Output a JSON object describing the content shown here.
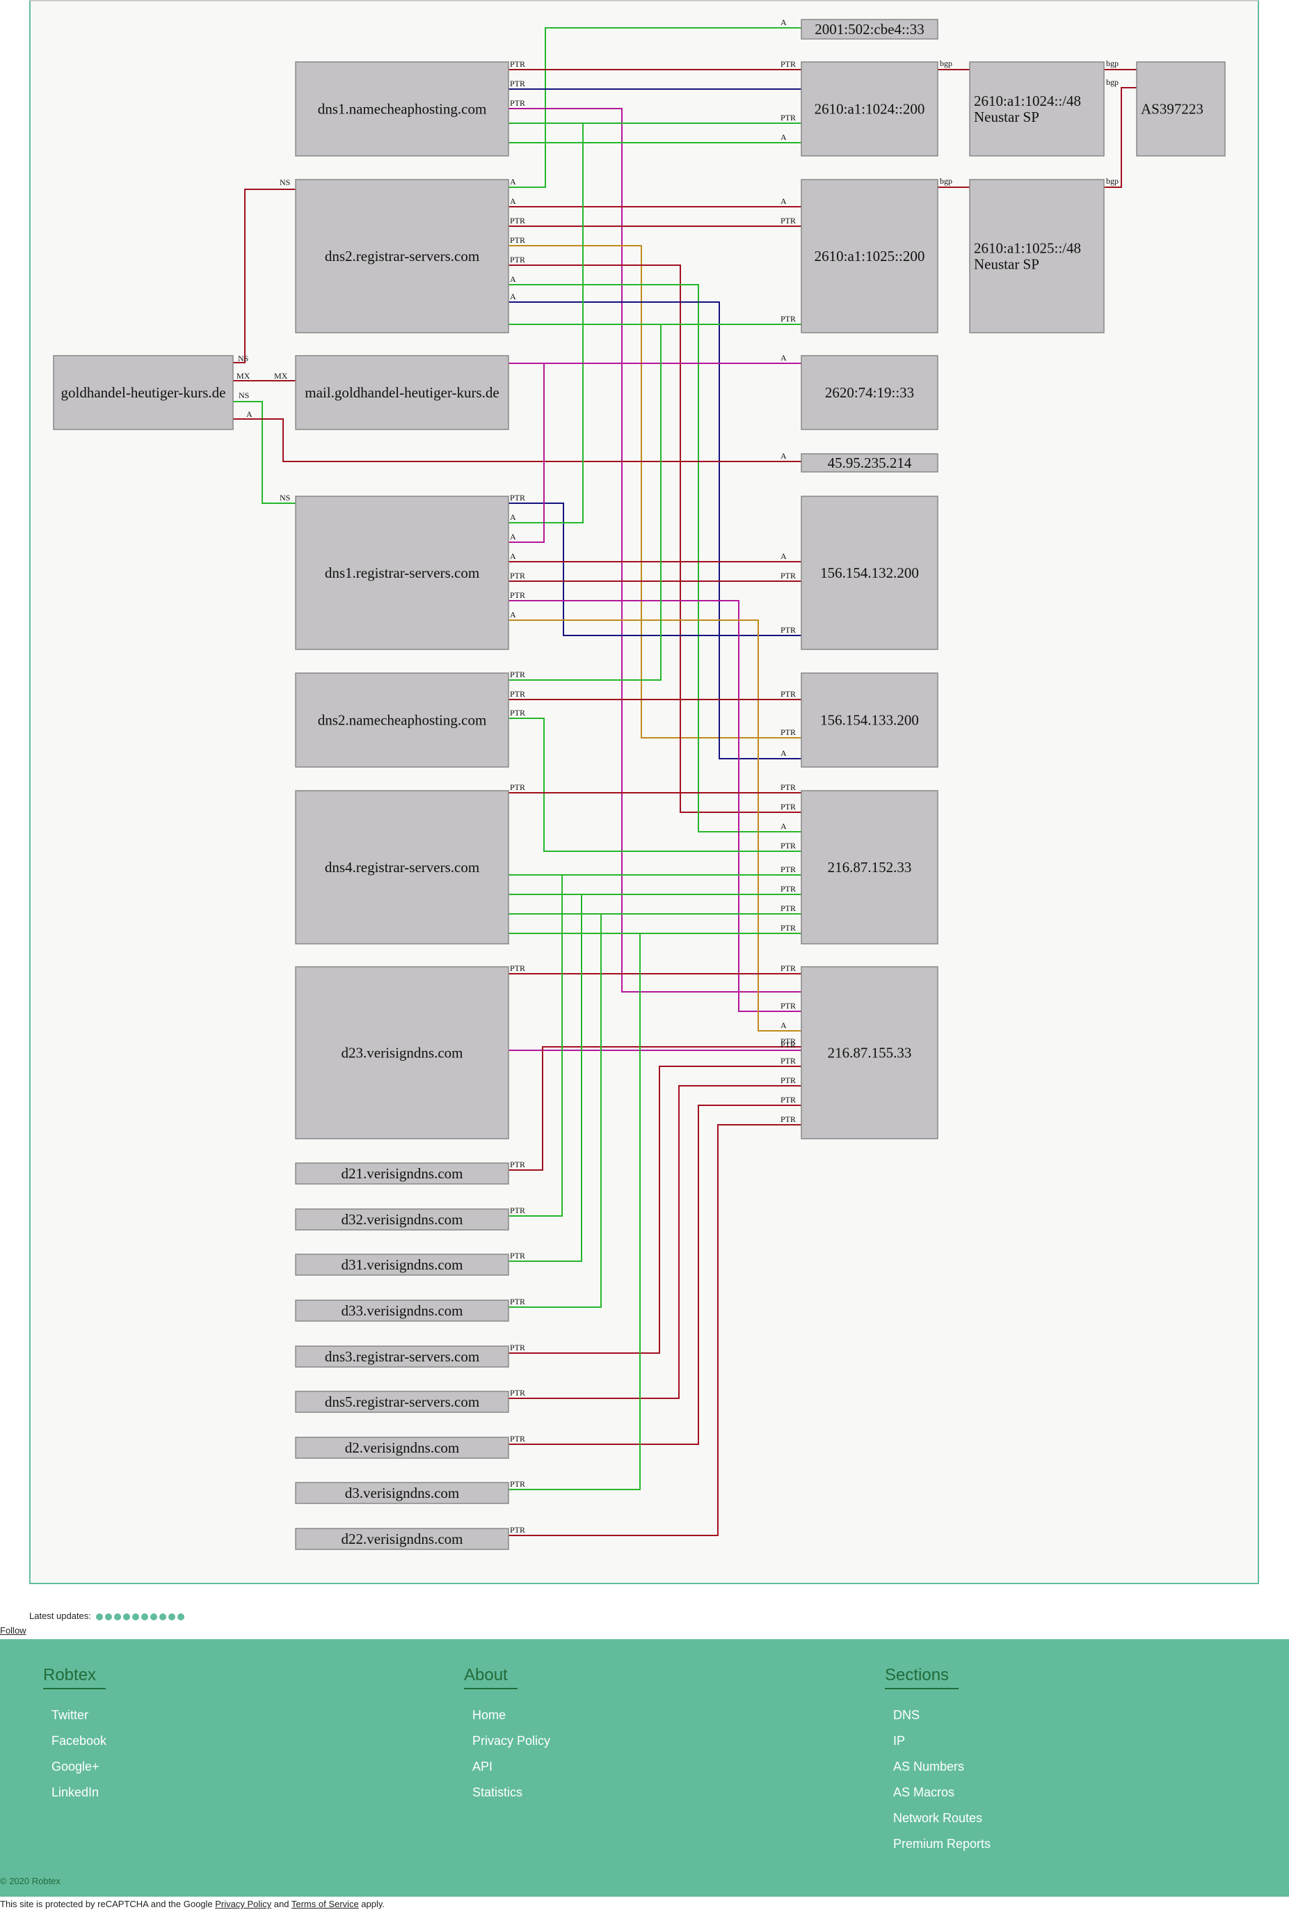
{
  "graph": {
    "nodes": {
      "n2001": "2001:502:cbe4::33",
      "dns1nc": "dns1.namecheaphosting.com",
      "n2610_200": "2610:a1:1024::200",
      "n2610_48": [
        "2610:a1:1024::/48",
        "Neustar SP"
      ],
      "as397223": "AS397223",
      "dns2rs": "dns2.registrar-servers.com",
      "n2610_1025_200": "2610:a1:1025::200",
      "n2610_1025_48": [
        "2610:a1:1025::/48",
        "Neustar SP"
      ],
      "goldhandel": "goldhandel-heutiger-kurs.de",
      "mail": "mail.goldhandel-heutiger-kurs.de",
      "n2620": "2620:74:19::33",
      "n45": "45.95.235.214",
      "dns1rs": "dns1.registrar-servers.com",
      "n156_132": "156.154.132.200",
      "dns2nc": "dns2.namecheaphosting.com",
      "n156_133": "156.154.133.200",
      "dns4rs": "dns4.registrar-servers.com",
      "n216_152": "216.87.152.33",
      "d23": "d23.verisigndns.com",
      "n216_155": "216.87.155.33",
      "d21": "d21.verisigndns.com",
      "d32": "d32.verisigndns.com",
      "d31": "d31.verisigndns.com",
      "d33": "d33.verisigndns.com",
      "dns3rs": "dns3.registrar-servers.com",
      "dns5rs": "dns5.registrar-servers.com",
      "d2": "d2.verisigndns.com",
      "d3": "d3.verisigndns.com",
      "d22": "d22.verisigndns.com"
    },
    "edge_labels": [
      "A",
      "PTR",
      "NS",
      "MX",
      "bgp"
    ],
    "edge_colors": {
      "red": "#a30f1e",
      "green": "#26b62b",
      "navy": "#14137e",
      "magenta": "#b4179a",
      "gold": "#c08a1c"
    }
  },
  "latest_updates": {
    "label": "Latest updates:",
    "dot_count": 10
  },
  "follow": "Follow",
  "footer": {
    "columns": [
      {
        "title": "Robtex",
        "links": [
          "Twitter",
          "Facebook",
          "Google+",
          "LinkedIn"
        ]
      },
      {
        "title": "About",
        "links": [
          "Home",
          "Privacy Policy",
          "API",
          "Statistics"
        ]
      },
      {
        "title": "Sections",
        "links": [
          "DNS",
          "IP",
          "AS Numbers",
          "AS Macros",
          "Network Routes",
          "Premium Reports"
        ]
      }
    ],
    "copyright": "© 2020 Robtex"
  },
  "recaptcha": {
    "prefix": "This site is protected by reCAPTCHA and the Google ",
    "privacy": "Privacy Policy",
    "and": " and ",
    "terms": "Terms of Service",
    "suffix": " apply."
  }
}
